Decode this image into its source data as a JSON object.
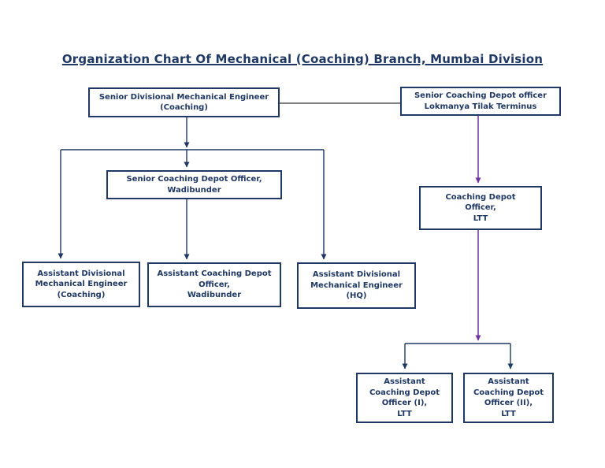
{
  "title": "Organization Chart Of Mechanical (Coaching) Branch, Mumbai Division",
  "colors": {
    "navy": "#1F3864",
    "purple": "#7030A0",
    "gray": "#808080",
    "background": "#FFFFFF"
  },
  "nodes": {
    "senior_dme": "Senior Divisional Mechanical Engineer\n(Coaching)",
    "senior_cdo_ltt": "Senior Coaching Depot officer\nLokmanya Tilak Terminus",
    "senior_cdo_wadibunder": "Senior Coaching Depot Officer,\nWadibunder",
    "cdo_ltt": "Coaching Depot\nOfficer,\nLTT",
    "asst_dme_coaching": "Assistant Divisional\nMechanical Engineer\n(Coaching)",
    "asst_cdo_wadibunder": "Assistant Coaching Depot\nOfficer,\nWadibunder",
    "asst_dme_hq": "Assistant Divisional\nMechanical Engineer\n(HQ)",
    "asst_cdo_1_ltt": "Assistant\nCoaching Depot\nOfficer (I),\nLTT",
    "asst_cdo_2_ltt": "Assistant\nCoaching Depot\nOfficer (II),\nLTT"
  }
}
